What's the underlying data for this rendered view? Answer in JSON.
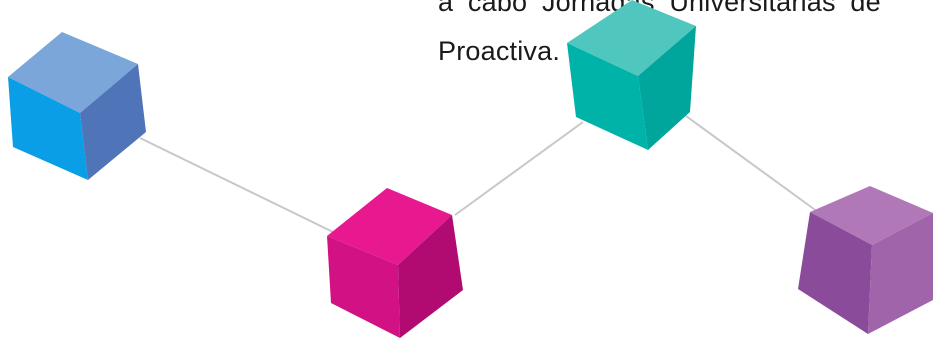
{
  "document": {
    "text_lines": [
      "a cabo Jornadas Universitarias de",
      "Proactiva."
    ]
  },
  "graphic": {
    "connector_color": "#c8c8c8",
    "cubes": [
      {
        "name": "blue-cube",
        "top": "#7aa6d9",
        "left": "#0a9ee6",
        "right": "#4f74b8"
      },
      {
        "name": "magenta-cube",
        "top": "#e8198f",
        "left": "#d21185",
        "right": "#b10b72"
      },
      {
        "name": "teal-cube",
        "top": "#4fc7be",
        "left": "#00b3a8",
        "right": "#00a59c"
      },
      {
        "name": "purple-cube",
        "top": "#b078b6",
        "left": "#8a4b9a",
        "right": "#a064ab"
      }
    ]
  }
}
